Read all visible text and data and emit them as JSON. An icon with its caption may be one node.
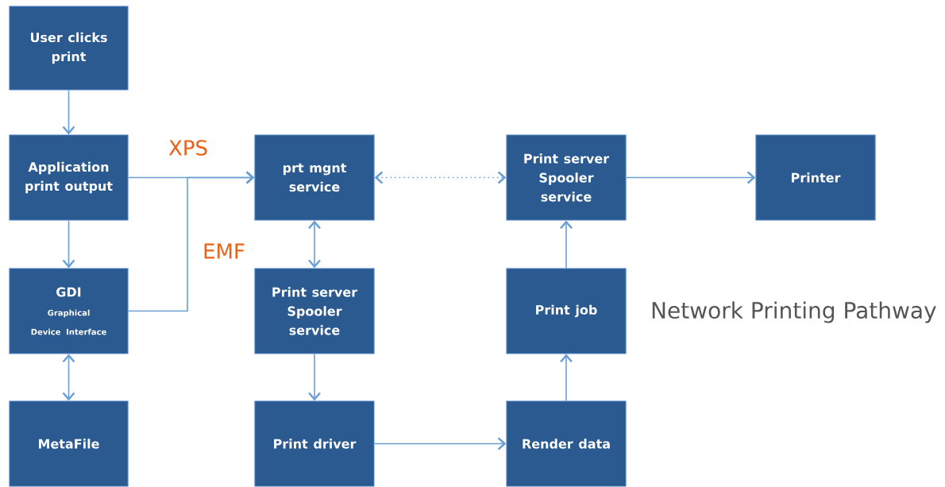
{
  "diagram": {
    "title": "Network Printing Pathway",
    "nodes": [
      {
        "text": [
          "User clicks print"
        ]
      },
      {
        "text": [
          "Application print output"
        ]
      },
      {
        "text": [
          "GDI",
          "Graphical Device Interface"
        ]
      },
      {
        "text": [
          "MetaFile"
        ]
      },
      {
        "text": [
          "prt mgnt service"
        ]
      },
      {
        "text": [
          "Print server Spooler service"
        ]
      },
      {
        "text": [
          "Print driver"
        ]
      },
      {
        "text": [
          "Print server Spooler service"
        ]
      },
      {
        "text": [
          "Print job"
        ]
      },
      {
        "text": [
          "Render data"
        ]
      },
      {
        "text": [
          "Printer"
        ]
      }
    ],
    "edges": [
      {
        "from": 0,
        "to": 1,
        "arrow": "to"
      },
      {
        "from": 1,
        "to": 2,
        "arrow": "to"
      },
      {
        "from": 2,
        "to": 3,
        "arrow": "both"
      },
      {
        "from": 1,
        "to": 4,
        "arrow": "to",
        "label": "XPS"
      },
      {
        "from": 2,
        "to": 4,
        "arrow": "to",
        "label": "EMF"
      },
      {
        "from": 4,
        "to": 7,
        "arrow": "both",
        "style": "dashed"
      },
      {
        "from": 4,
        "to": 5,
        "arrow": "both"
      },
      {
        "from": 5,
        "to": 6,
        "arrow": "to"
      },
      {
        "from": 6,
        "to": 9,
        "arrow": "to"
      },
      {
        "from": 9,
        "to": 8,
        "arrow": "to"
      },
      {
        "from": 8,
        "to": 7,
        "arrow": "to"
      },
      {
        "from": 7,
        "to": 10,
        "arrow": "to"
      }
    ]
  }
}
